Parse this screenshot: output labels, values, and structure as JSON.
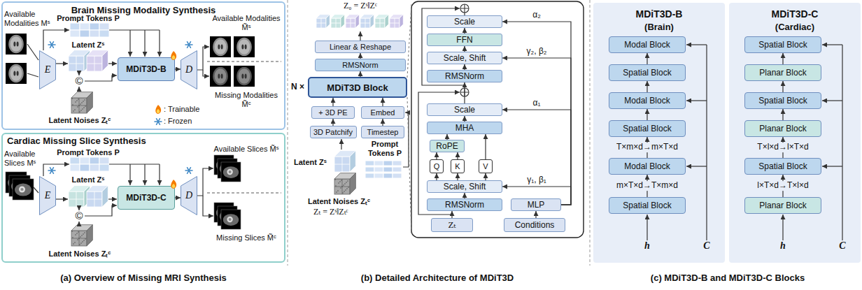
{
  "diagram": {
    "nodes": [
      {
        "text": [
          "Brain Missing Modality Synthesis"
        ]
      },
      {
        "text": [
          "E"
        ],
        "in": 0
      },
      {
        "text": [
          "MDiT3D-B"
        ],
        "in": 0
      },
      {
        "text": [
          "D"
        ],
        "in": 0
      },
      {
        "text": [
          "Cardiac Missing Slice Synthesis"
        ]
      },
      {
        "text": [
          "E"
        ],
        "in": 4
      },
      {
        "text": [
          "MDiT3D-C"
        ],
        "in": 4
      },
      {
        "text": [
          "D"
        ],
        "in": 4
      },
      {
        "text": [
          "Linear & Reshape"
        ]
      },
      {
        "text": [
          "RMSNorm"
        ]
      },
      {
        "text": [
          "MDiT3D Block"
        ]
      },
      {
        "text": [
          "+ 3D PE"
        ]
      },
      {
        "text": [
          "Embed"
        ]
      },
      {
        "text": [
          "3D Patchify"
        ]
      },
      {
        "text": [
          "Timestep"
        ]
      },
      {
        "text": [
          "Scale"
        ]
      },
      {
        "text": [
          "FFN"
        ]
      },
      {
        "text": [
          "Scale, Shift"
        ]
      },
      {
        "text": [
          "RMSNorm"
        ]
      },
      {
        "text": [
          "Scale"
        ]
      },
      {
        "text": [
          "MHA"
        ]
      },
      {
        "text": [
          "RoPE"
        ]
      },
      {
        "text": [
          "Q"
        ]
      },
      {
        "text": [
          "K"
        ]
      },
      {
        "text": [
          "V"
        ]
      },
      {
        "text": [
          "Scale, Shift"
        ]
      },
      {
        "text": [
          "RMSNorm"
        ]
      },
      {
        "text": [
          "MLP"
        ]
      },
      {
        "text": [
          "Zₜ"
        ]
      },
      {
        "text": [
          "Conditions"
        ]
      },
      {
        "text": [
          "MDiT3D-B",
          "(Brain)"
        ]
      },
      {
        "text": [
          "Modal Block"
        ],
        "in": 30
      },
      {
        "text": [
          "Spatial Block"
        ],
        "in": 30
      },
      {
        "text": [
          "Modal Block"
        ],
        "in": 30
      },
      {
        "text": [
          "Spatial Block"
        ],
        "in": 30
      },
      {
        "text": [
          "Modal Block"
        ],
        "in": 30
      },
      {
        "text": [
          "Spatial Block"
        ],
        "in": 30
      },
      {
        "text": [
          "MDiT3D-C",
          "(Cardiac)"
        ]
      },
      {
        "text": [
          "Spatial Block"
        ],
        "in": 37
      },
      {
        "text": [
          "Planar Block"
        ],
        "in": 37
      },
      {
        "text": [
          "Spatial Block"
        ],
        "in": 37
      },
      {
        "text": [
          "Planar Block"
        ],
        "in": 37
      },
      {
        "text": [
          "Spatial Block"
        ],
        "in": 37
      },
      {
        "text": [
          "Planar Block"
        ],
        "in": 37
      }
    ],
    "edges": [
      {
        "from": 2,
        "to": 3,
        "arrow": "to"
      },
      {
        "from": 6,
        "to": 7,
        "arrow": "to"
      },
      {
        "from": 13,
        "to": 11,
        "arrow": "to"
      },
      {
        "from": 11,
        "to": 10,
        "arrow": "to"
      },
      {
        "from": 14,
        "to": 12,
        "arrow": "to"
      },
      {
        "from": 12,
        "to": 10,
        "arrow": "to"
      },
      {
        "from": 10,
        "to": 9,
        "arrow": "to"
      },
      {
        "from": 9,
        "to": 8,
        "arrow": "to"
      },
      {
        "from": 28,
        "to": 26,
        "arrow": "to"
      },
      {
        "from": 26,
        "to": 25,
        "arrow": "to"
      },
      {
        "from": 25,
        "to": 22,
        "arrow": "to"
      },
      {
        "from": 25,
        "to": 23,
        "arrow": "to"
      },
      {
        "from": 25,
        "to": 24,
        "arrow": "to"
      },
      {
        "from": 22,
        "to": 21,
        "arrow": "to"
      },
      {
        "from": 23,
        "to": 21,
        "arrow": "to"
      },
      {
        "from": 21,
        "to": 20,
        "arrow": "to"
      },
      {
        "from": 24,
        "to": 20,
        "arrow": "to"
      },
      {
        "from": 20,
        "to": 19,
        "arrow": "to"
      },
      {
        "from": 19,
        "to": 18,
        "arrow": "to"
      },
      {
        "from": 18,
        "to": 17,
        "arrow": "to"
      },
      {
        "from": 17,
        "to": 16,
        "arrow": "to"
      },
      {
        "from": 16,
        "to": 15,
        "arrow": "to"
      },
      {
        "from": 29,
        "to": 27,
        "arrow": "to"
      },
      {
        "from": 27,
        "to": 15,
        "arrow": "to"
      },
      {
        "from": 27,
        "to": 17,
        "arrow": "to"
      },
      {
        "from": 27,
        "to": 19,
        "arrow": "to"
      },
      {
        "from": 27,
        "to": 25,
        "arrow": "to"
      },
      {
        "from": 36,
        "to": 35,
        "arrow": "to"
      },
      {
        "from": 35,
        "to": 34,
        "arrow": "to"
      },
      {
        "from": 34,
        "to": 33,
        "arrow": "to"
      },
      {
        "from": 33,
        "to": 32,
        "arrow": "to"
      },
      {
        "from": 32,
        "to": 31,
        "arrow": "to"
      },
      {
        "from": 43,
        "to": 42,
        "arrow": "to"
      },
      {
        "from": 42,
        "to": 41,
        "arrow": "to"
      },
      {
        "from": 41,
        "to": 40,
        "arrow": "to"
      },
      {
        "from": 40,
        "to": 39,
        "arrow": "to"
      },
      {
        "from": 39,
        "to": 38,
        "arrow": "to"
      }
    ],
    "labels": [
      "Available Modalities Mˢ",
      "Prompt Tokens P",
      "Latent Zˢ",
      "©",
      "Latent Noises Zₜᶜ",
      "Available Modalities M̃ˢ",
      "Missing Modalities M̃ᶜ",
      "Available Slices Mˢ",
      "Prompt Tokens P",
      "Latent Zˢ",
      "©",
      "Latent Noises Zₜᶜ",
      "Available Slices M̃ˢ",
      "Missing Slices M̃ᶜ",
      "(a) Overview of Missing MRI Synthesis",
      "Z₀ = Zˢ‖Zᶜ",
      "N ×",
      "Prompt Tokens P",
      "Latent Zˢ",
      "Latent Noises Zₜᶜ",
      "Zₜ = Zˢ‖Zₜᶜ",
      "α₂",
      "γ₂, β₂",
      "α₁",
      "γ₁, β₁",
      "(b) Detailed Architecture of MDiT3D",
      "T×m×d→m×T×d",
      "m×T×d→T×m×d",
      "h",
      "C",
      "T×l×d→l×T×d",
      "l×T×d→T×l×d",
      "h",
      "C",
      "(c) MDiT3D-B and MDiT3D-C Blocks"
    ],
    "legend": [
      {
        "text": ": Trainable"
      },
      {
        "text": ": Frozen"
      }
    ]
  }
}
